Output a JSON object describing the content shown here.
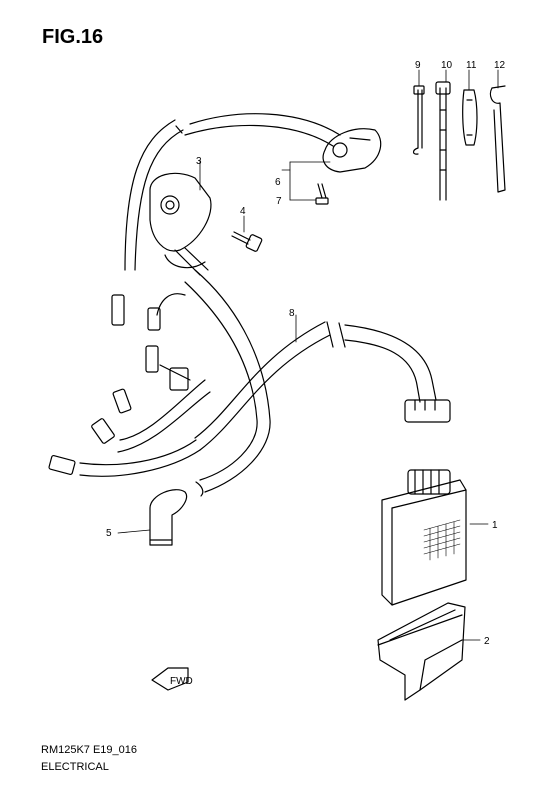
{
  "figure": {
    "title": "FIG.16",
    "model_code": "RM125K7 E19_016",
    "section": "ELECTRICAL"
  },
  "callouts": [
    "1",
    "2",
    "3",
    "4",
    "5",
    "6",
    "7",
    "8",
    "9",
    "10",
    "11",
    "12"
  ],
  "direction_marker": "FWD"
}
